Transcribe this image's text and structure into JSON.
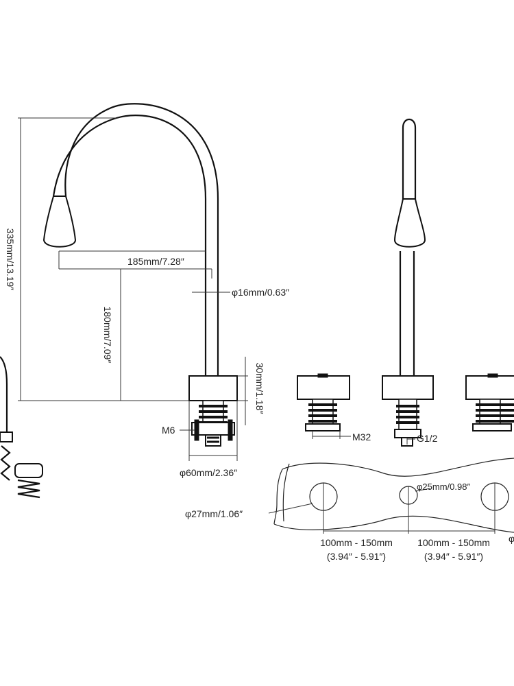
{
  "labels": {
    "height_total": "335mm/13.19″",
    "spout_reach": "185mm/7.28″",
    "spout_height": "180mm/7.09″",
    "tube_diameter": "φ16mm/0.63″",
    "base_height": "30mm/1.18″",
    "stud_thread": "M6",
    "base_diameter": "φ60mm/2.36″",
    "handle_thread": "M32",
    "spout_thread": "G1/2",
    "spout_hole": "φ25mm/0.98″",
    "handle_hole": "φ27mm/1.06″",
    "spacing_left_mm": "100mm - 150mm",
    "spacing_left_in": "(3.94″ - 5.91″)",
    "spacing_right_mm": "100mm - 150mm",
    "spacing_right_in": "(3.94″ - 5.91″)",
    "edge_fragment": "φ"
  }
}
